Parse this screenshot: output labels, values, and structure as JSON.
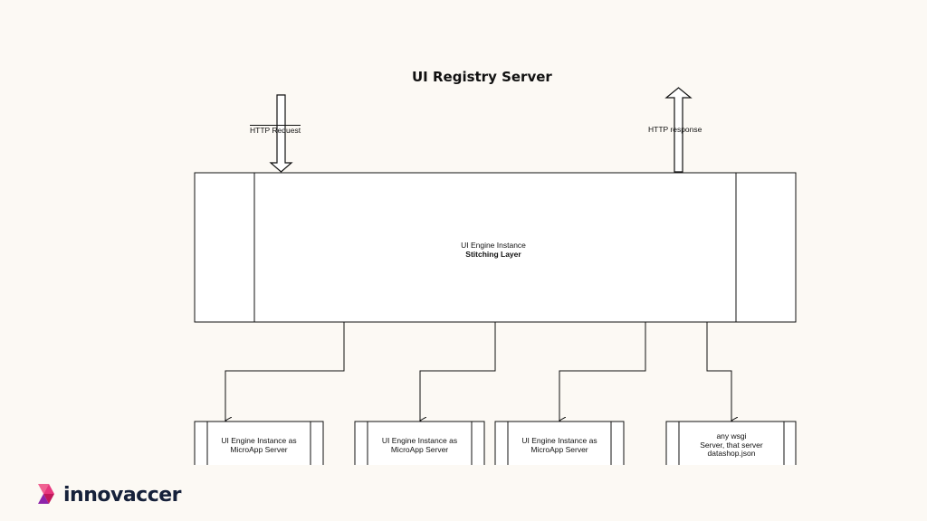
{
  "title": "UI Registry Server",
  "http_request_label": "HTTP Request",
  "http_response_label": "HTTP response",
  "stitching": {
    "line1": "UI Engine Instance",
    "line2": "Stitching Layer"
  },
  "microapps": [
    {
      "line1": "UI Engine Instance as",
      "line2": "MicroApp Server"
    },
    {
      "line1": "UI Engine Instance as",
      "line2": "MicroApp Server"
    },
    {
      "line1": "UI Engine Instance as",
      "line2": "MicroApp Server"
    }
  ],
  "wsgi": {
    "line1": "any wsgi",
    "line2": "Server, that server",
    "line3": "datashop.json"
  },
  "logo": {
    "name": "innovaccer",
    "colors": [
      "#e8377e",
      "#c2185b",
      "#f06292",
      "#8e24aa"
    ]
  }
}
